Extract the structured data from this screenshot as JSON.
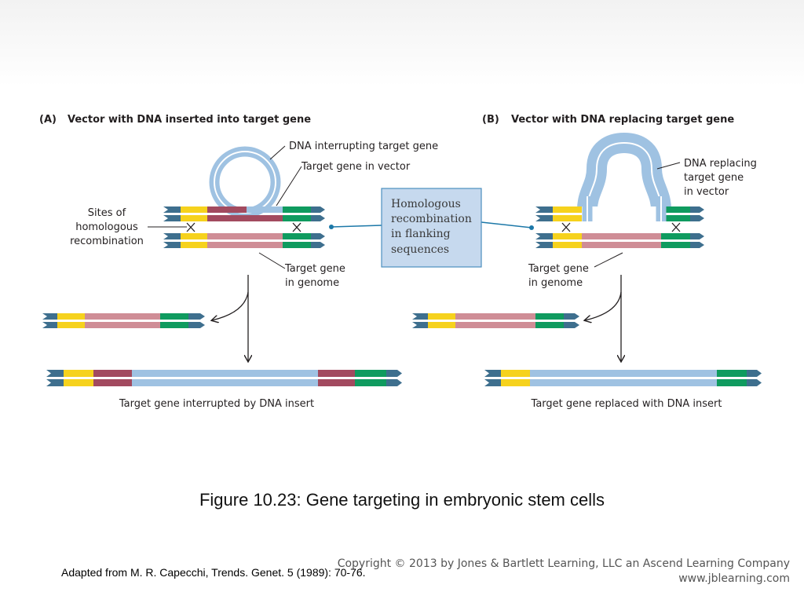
{
  "panel_a": {
    "letter": "(A)",
    "title": "Vector with DNA inserted into target gene",
    "label_dna_interrupting": "DNA interrupting target gene",
    "label_target_in_vector": "Target gene in vector",
    "label_sites_1": "Sites of",
    "label_sites_2": "homologous",
    "label_sites_3": "recombination",
    "label_genome_1": "Target gene",
    "label_genome_2": "in genome",
    "result": "Target gene interrupted by DNA insert"
  },
  "panel_b": {
    "letter": "(B)",
    "title": "Vector with DNA replacing target gene",
    "label_replacing_1": "DNA replacing",
    "label_replacing_2": "target gene",
    "label_replacing_3": "in vector",
    "label_genome_1": "Target gene",
    "label_genome_2": "in genome",
    "result": "Target gene replaced with DNA insert"
  },
  "center_box": {
    "line1": "Homologous",
    "line2": "recombination",
    "line3": "in flanking",
    "line4": "sequences"
  },
  "caption": "Figure 10.23: Gene targeting in embryonic stem cells",
  "source": "Adapted from M. R. Capecchi, Trends. Genet. 5 (1989): 70-76.",
  "copyright": {
    "line1": "Copyright © 2013 by Jones & Bartlett Learning, LLC an Ascend Learning Company",
    "line2": "www.jblearning.com"
  },
  "colors": {
    "end_blue": "#3e6f8e",
    "yellow": "#f6d21d",
    "dark_red": "#a24a5f",
    "pink": "#cf8d96",
    "green": "#0f9b5f",
    "light_blue": "#9fc2e2",
    "box_fill": "#c6d9ee",
    "box_stroke": "#4c8fbf",
    "pointer": "#1c78a8"
  }
}
